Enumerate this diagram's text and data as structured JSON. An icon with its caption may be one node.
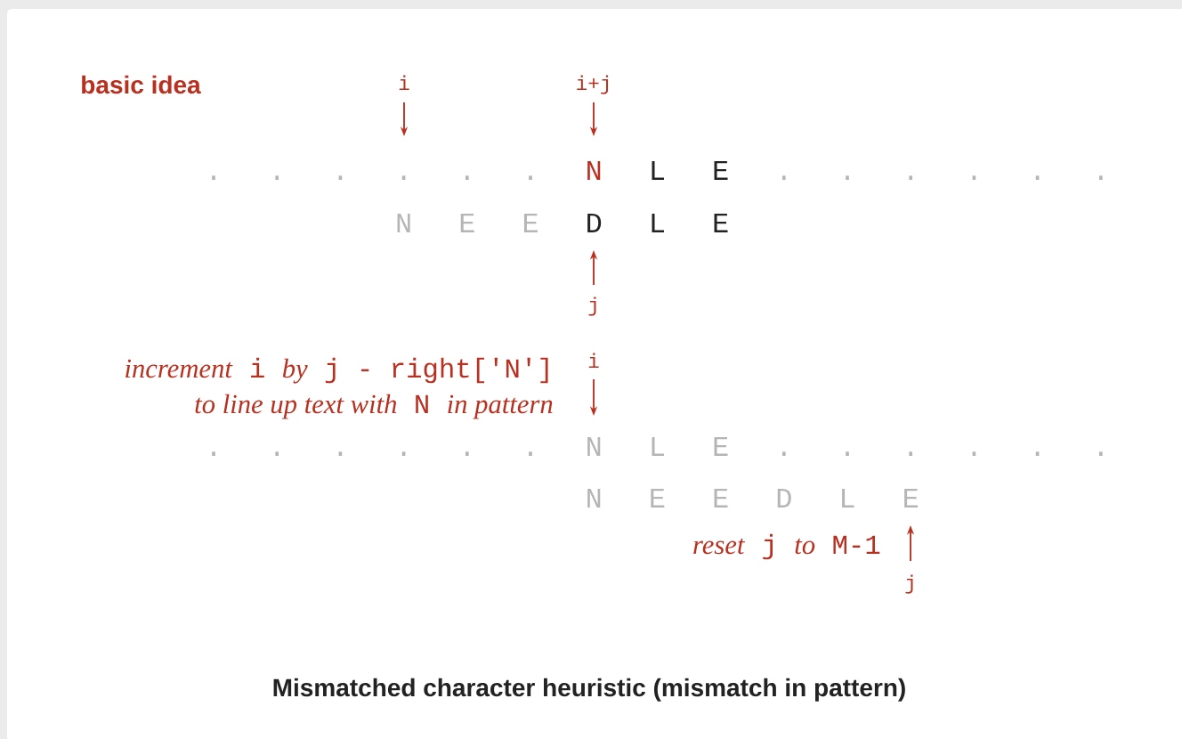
{
  "diagram": {
    "caption": "Mismatched character heuristic (mismatch in pattern)",
    "labels": [
      "basic idea",
      "i",
      "i+j",
      ".",
      ".",
      ".",
      ".",
      ".",
      ".",
      "N",
      "L",
      "E",
      ".",
      ".",
      ".",
      ".",
      ".",
      ".",
      "N",
      "E",
      "E",
      "D",
      "L",
      "E",
      "j",
      "*increment* i *by* j - right['N']",
      "i",
      "*to line up text with* N *in pattern*",
      ".",
      ".",
      ".",
      ".",
      ".",
      ".",
      "N",
      "L",
      "E",
      ".",
      ".",
      ".",
      ".",
      ".",
      ".",
      "N",
      "E",
      "E",
      "D",
      "L",
      "E",
      "*reset* j *to* M-1",
      "j"
    ]
  }
}
